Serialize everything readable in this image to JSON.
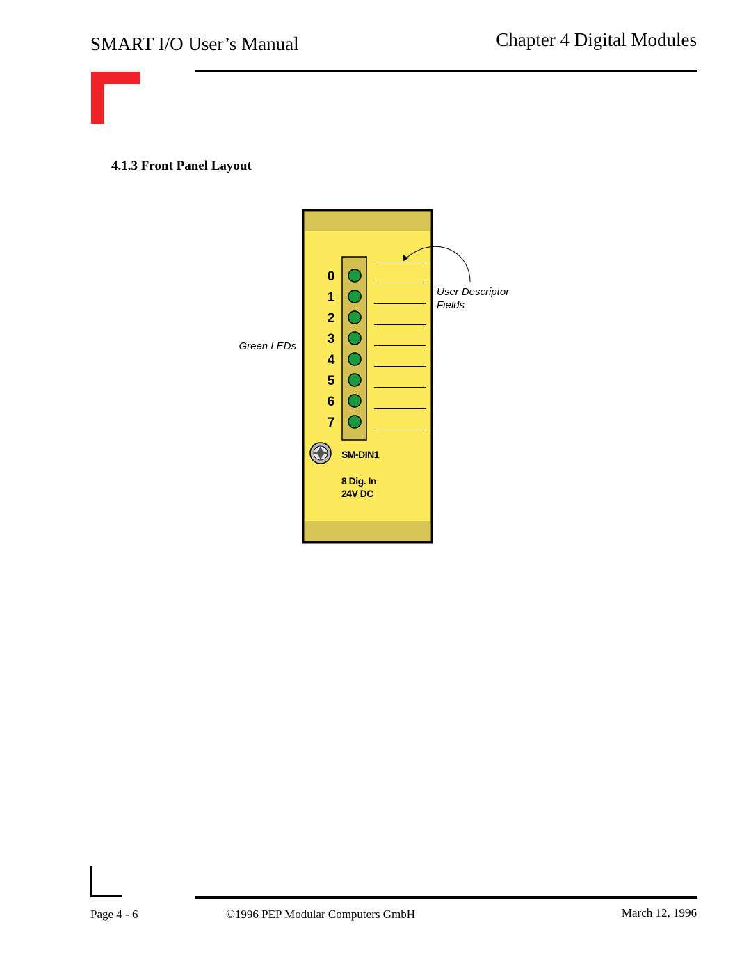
{
  "header": {
    "manual_title": "SMART I/O User’s Manual",
    "chapter_title": "Chapter 4  Digital Modules",
    "accent_color": "#ee2129"
  },
  "section": {
    "heading": "4.1.3 Front Panel Layout"
  },
  "figure": {
    "module_name": "SM-DIN1",
    "module_desc_line1": "8 Dig. In",
    "module_desc_line2": "24V DC",
    "led_label": "Green LEDs",
    "descriptor_label_line1": "User Descriptor",
    "descriptor_label_line2": "Fields",
    "channels": [
      "0",
      "1",
      "2",
      "3",
      "4",
      "5",
      "6",
      "7"
    ],
    "colors": {
      "panel": "#fde95c",
      "panel_band": "#d6c454",
      "led": "#1a9a3a",
      "led_strip": "#d3c050"
    }
  },
  "footer": {
    "page": "Page 4 - 6",
    "copyright": "©1996 PEP Modular Computers GmbH",
    "date": "March 12, 1996"
  }
}
